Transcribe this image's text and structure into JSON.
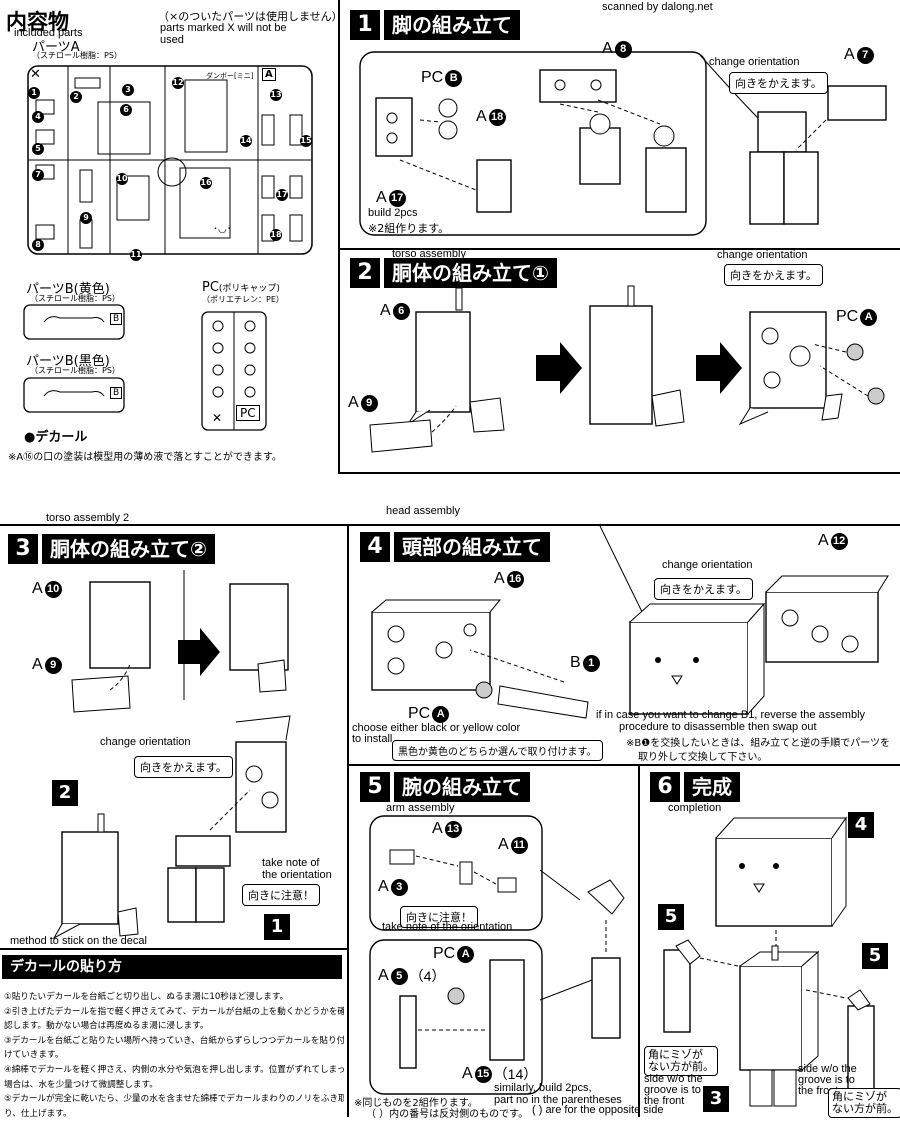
{
  "header": {
    "credit": "scanned by dalong.net"
  },
  "contents": {
    "title": "内容物",
    "title_en": "included parts",
    "x_note_jp": "（×のついたパーツは使用しません）",
    "x_note_en_1": "parts marked X will not be",
    "x_note_en_2": "used",
    "parts_a_label": "パーツA",
    "parts_a_sub": "（スチロール樹脂：PS）",
    "runner_a_tag": "ダンボー[ミニ]",
    "runner_a_letter": "A",
    "parts_b_yellow": "パーツB(黄色)",
    "parts_b_yellow_sub": "（スチロール樹脂：PS）",
    "parts_b_black": "パーツB(黒色)",
    "parts_b_black_sub": "（スチロール樹脂：PS）",
    "pc_label": "PC",
    "pc_label_jp": "(ポリキャップ)",
    "pc_sub": "（ポリエチレン：PE）",
    "pc_tag": "PC",
    "b_tag": "B",
    "decal": "●デカール",
    "footnote": "※A⑯の口の塗装は模型用の薄め液で落とすことができます。",
    "runner_numbers": [
      "1",
      "2",
      "3",
      "4",
      "5",
      "6",
      "7",
      "8",
      "9",
      "10",
      "11",
      "12",
      "13",
      "14",
      "15",
      "16",
      "17",
      "18"
    ]
  },
  "step1": {
    "num": "1",
    "title": "脚の組み立て",
    "callout": "向きをかえます。",
    "change_orientation": "change orientation",
    "pcb_label": "PC",
    "pcb_num": "B",
    "a8": "8",
    "a18": "18",
    "a17": "17",
    "a7": "7",
    "build_en": "build 2pcs",
    "build_jp": "※2組作ります。",
    "a_letter": "A"
  },
  "step2": {
    "num": "2",
    "title": "胴体の組み立て①",
    "en": "torso assembly",
    "change_orientation": "change orientation",
    "callout": "向きをかえます。",
    "a6": "6",
    "a9": "9",
    "pc_label": "PC",
    "pc_num": "A"
  },
  "step3": {
    "num": "3",
    "title": "胴体の組み立て②",
    "en": "torso assembly 2",
    "a10": "10",
    "a9": "9",
    "change_orientation": "change orientation",
    "callout": "向きをかえます。",
    "take_note_en_1": "take note of",
    "take_note_en_2": "the orientation",
    "take_note_jp": "向きに注意！",
    "badge_2": "2",
    "badge_1": "1",
    "decal_en": "method to stick on the decal"
  },
  "step4": {
    "num": "4",
    "title": "頭部の組み立て",
    "en": "head assembly",
    "a16": "16",
    "a12": "12",
    "b1": "1",
    "b_letter": "B",
    "pc_label": "PC",
    "pc_num": "A",
    "change_orientation": "change orientation",
    "callout": "向きをかえます。",
    "choose_en_1": "choose either black or yellow color",
    "choose_en_2": "to install",
    "choose_jp": "黒色か黄色のどちらか選んで取り付けます。",
    "swap_en_1": "if in case you want to change B1, reverse the assembly",
    "swap_en_2": "procedure to disassemble then swap out",
    "swap_jp_1": "※B❶を交換したいときは、組み立てと逆の手順でパーツを",
    "swap_jp_2": "取り外して交換して下さい。"
  },
  "step5": {
    "num": "5",
    "title": "腕の組み立て",
    "en": "arm assembly",
    "a13": "13",
    "a11": "11",
    "a3": "3",
    "take_note_jp": "向きに注意！",
    "take_note_en": "take note of the orientation",
    "pc_label": "PC",
    "pc_num": "A",
    "a5": "5",
    "a5_alt": "（4）",
    "a15": "15",
    "a15_alt": "（14）",
    "similarly_en_1": "similarly, build 2pcs,",
    "similarly_en_2": "part no in the parentheses",
    "similarly_en_3": "( ) are for the opposite side",
    "jp_1": "※同じものを2組作ります。",
    "jp_2": "（ ）内の番号は反対側のものです。"
  },
  "step6": {
    "num": "6",
    "title": "完成",
    "en": "completion",
    "badge_4": "4",
    "badge_5a": "5",
    "badge_5b": "5",
    "badge_3": "3",
    "left_jp_1": "角にミゾが",
    "left_jp_2": "ない方が前。",
    "left_en_1": "side w/o the",
    "left_en_2": "groove is to",
    "left_en_3": "the front",
    "right_en_1": "side w/o the",
    "right_en_2": "groove is to",
    "right_en_3": "the front",
    "right_jp_1": "角にミゾが",
    "right_jp_2": "ない方が前。"
  },
  "decal_section": {
    "title": "デカールの貼り方",
    "lines": [
      "①貼りたいデカールを台紙ごと切り出し、ぬるま湯に10秒ほど浸します。",
      "②引き上げたデカールを指で軽く押さえてみて、デカールが台紙の上を動くかどうかを確",
      "認します。動かない場合は再度ぬるま湯に浸します。",
      "③デカールを台紙ごと貼りたい場所へ持っていき、台紙からずらしつつデカールを貼り付",
      "けていきます。",
      "④綿棒でデカールを軽く押さえ、内側の水分や気泡を押し出します。位置がずれてしまった",
      "場合は、水を少量つけて微調整します。",
      "⑤デカールが完全に乾いたら、少量の水を含ませた綿棒でデカールまわりのノリをふき取",
      "り、仕上げます。"
    ]
  }
}
